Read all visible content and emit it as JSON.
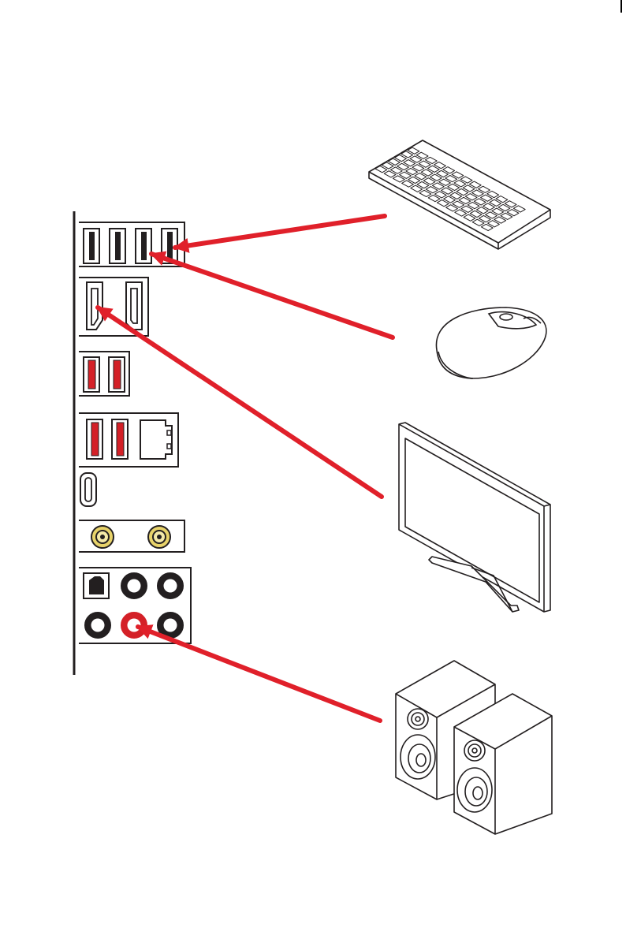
{
  "title": "",
  "colors": {
    "arrow": "#e0202a",
    "usb3_port": "#d42027",
    "line": "#231f20",
    "wifi_gold": "#e8d36a"
  },
  "io_panel": {
    "usb_top_ports": 4,
    "display_ports": [
      "hdmi-port",
      "displayport-port"
    ],
    "usb3_ports_upper": 2,
    "usb3_ports_lower": 2,
    "lan_port": "rj45-lan-port",
    "usb_c_port": "usb-c-port",
    "wifi_antenna_connectors": 2,
    "audio_jacks": [
      "optical-spdif-out",
      "jack",
      "jack",
      "jack",
      "line-out-jack",
      "jack"
    ],
    "highlighted_audio_jack": "line-out-jack"
  },
  "devices": [
    {
      "name": "keyboard",
      "connects_to": "usb-port"
    },
    {
      "name": "mouse",
      "connects_to": "usb-port"
    },
    {
      "name": "monitor",
      "connects_to": "hdmi-port"
    },
    {
      "name": "speakers",
      "connects_to": "line-out-jack"
    }
  ]
}
